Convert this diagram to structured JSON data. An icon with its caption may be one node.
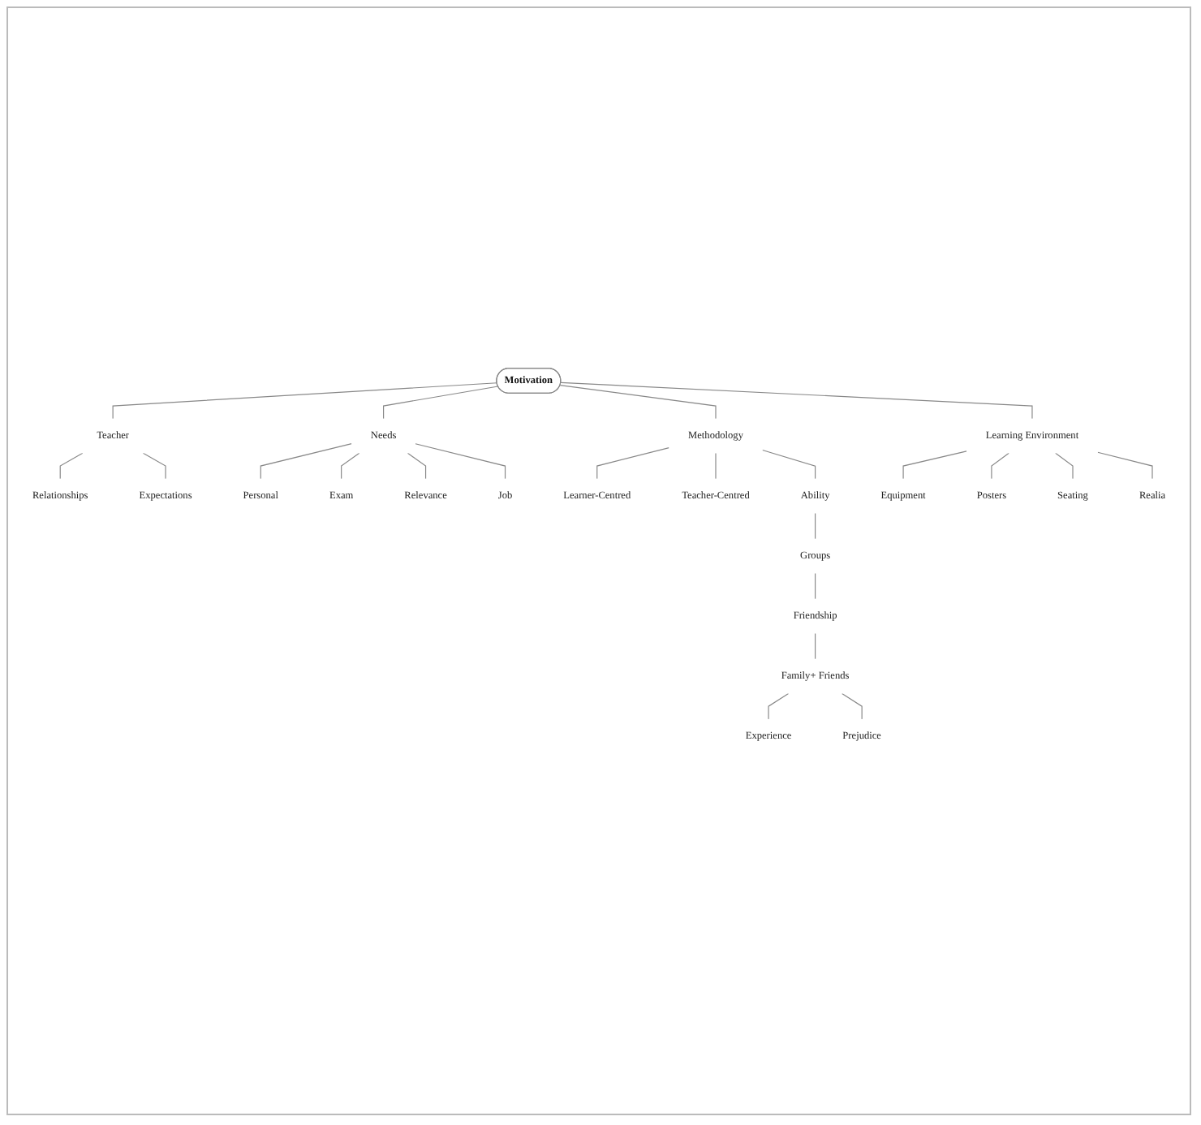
{
  "diagram": {
    "nodes": [
      {
        "text": [
          "Motivation"
        ]
      },
      {
        "text": [
          "Teacher"
        ]
      },
      {
        "text": [
          "Relationships"
        ]
      },
      {
        "text": [
          "Expectations"
        ]
      },
      {
        "text": [
          "Needs"
        ]
      },
      {
        "text": [
          "Personal"
        ]
      },
      {
        "text": [
          "Exam"
        ]
      },
      {
        "text": [
          "Relevance"
        ]
      },
      {
        "text": [
          "Job"
        ]
      },
      {
        "text": [
          "Methodology"
        ]
      },
      {
        "text": [
          "Learner-Centred"
        ]
      },
      {
        "text": [
          "Teacher-Centred"
        ]
      },
      {
        "text": [
          "Ability"
        ]
      },
      {
        "text": [
          "Groups"
        ]
      },
      {
        "text": [
          "Friendship"
        ]
      },
      {
        "text": [
          "Family+ Friends"
        ]
      },
      {
        "text": [
          "Experience"
        ]
      },
      {
        "text": [
          "Prejudice"
        ]
      },
      {
        "text": [
          "Learning Environment"
        ]
      },
      {
        "text": [
          "Equipment"
        ]
      },
      {
        "text": [
          "Posters"
        ]
      },
      {
        "text": [
          "Seating"
        ]
      },
      {
        "text": [
          "Realia"
        ]
      }
    ],
    "edges": [
      {
        "from": 0,
        "to": 1,
        "arrow": "none"
      },
      {
        "from": 1,
        "to": 2,
        "arrow": "none"
      },
      {
        "from": 1,
        "to": 3,
        "arrow": "none"
      },
      {
        "from": 0,
        "to": 4,
        "arrow": "none"
      },
      {
        "from": 4,
        "to": 5,
        "arrow": "none"
      },
      {
        "from": 4,
        "to": 6,
        "arrow": "none"
      },
      {
        "from": 4,
        "to": 7,
        "arrow": "none"
      },
      {
        "from": 4,
        "to": 8,
        "arrow": "none"
      },
      {
        "from": 0,
        "to": 9,
        "arrow": "none"
      },
      {
        "from": 9,
        "to": 10,
        "arrow": "none"
      },
      {
        "from": 9,
        "to": 11,
        "arrow": "none"
      },
      {
        "from": 9,
        "to": 12,
        "arrow": "none"
      },
      {
        "from": 12,
        "to": 13,
        "arrow": "none"
      },
      {
        "from": 13,
        "to": 14,
        "arrow": "none"
      },
      {
        "from": 14,
        "to": 15,
        "arrow": "none"
      },
      {
        "from": 15,
        "to": 16,
        "arrow": "none"
      },
      {
        "from": 15,
        "to": 17,
        "arrow": "none"
      },
      {
        "from": 0,
        "to": 18,
        "arrow": "none"
      },
      {
        "from": 18,
        "to": 19,
        "arrow": "none"
      },
      {
        "from": 18,
        "to": 20,
        "arrow": "none"
      },
      {
        "from": 18,
        "to": 21,
        "arrow": "none"
      },
      {
        "from": 18,
        "to": 22,
        "arrow": "none"
      }
    ]
  }
}
